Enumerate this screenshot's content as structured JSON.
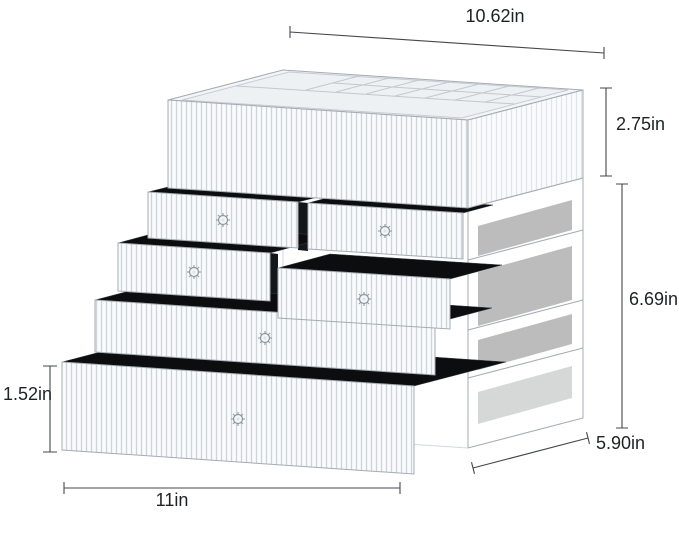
{
  "figure": {
    "type": "product-dimension-diagram",
    "background": "#ffffff",
    "subject": "clear acrylic cosmetic organizer with open top tray and six ribbed drawers with knobs"
  },
  "dimensions": {
    "top_width": "10.62in",
    "tray_height": "2.75in",
    "cabinet_height": "6.69in",
    "drawer_front_height": "1.52in",
    "base_width": "11in",
    "depth": "5.90in"
  },
  "colors": {
    "edge": "#a4abb4",
    "rib": "#cdd3d9",
    "interior_black": "#0b0d0e",
    "dimension_line": "#43474c",
    "text": "#1f2225"
  }
}
